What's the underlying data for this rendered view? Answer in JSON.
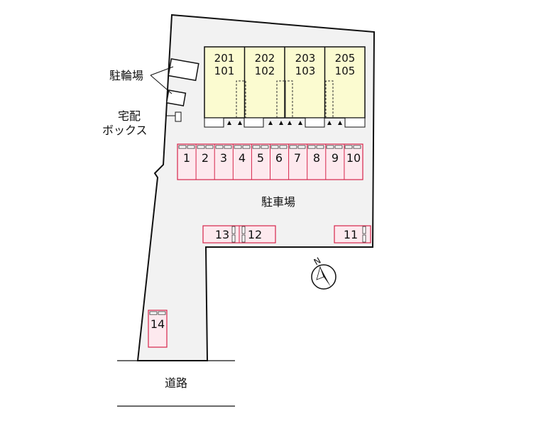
{
  "units": [
    {
      "upper": "201",
      "lower": "101"
    },
    {
      "upper": "202",
      "lower": "102"
    },
    {
      "upper": "203",
      "lower": "103"
    },
    {
      "upper": "205",
      "lower": "105"
    }
  ],
  "parking_row": [
    "1",
    "2",
    "3",
    "4",
    "5",
    "6",
    "7",
    "8",
    "9",
    "10"
  ],
  "parking_extra": {
    "s13": "13",
    "s12": "12",
    "s11": "11",
    "s14": "14"
  },
  "labels": {
    "bicycle_parking": "駐輪場",
    "delivery_box_line1": "宅配",
    "delivery_box_line2": "ボックス",
    "parking_lot": "駐車場",
    "road": "道路",
    "north": "N"
  },
  "colors": {
    "lot_fill": "#f2f2f2",
    "building_fill": "#fbfbd0",
    "parking_fill": "#fde9ee",
    "parking_stroke": "#d6244a"
  }
}
